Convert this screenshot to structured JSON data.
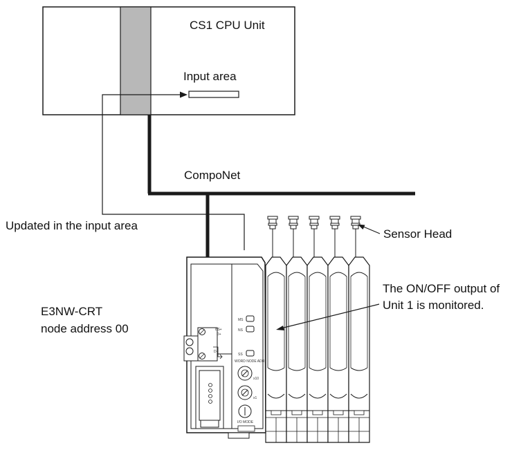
{
  "labels": {
    "cpu_unit": "CS1 CPU Unit",
    "input_area": "Input area",
    "network": "CompoNet",
    "updated": "Updated in the input area",
    "sensor_head": "Sensor Head",
    "monitor_line1": "The ON/OFF output of",
    "monitor_line2": "Unit 1 is monitored.",
    "device_model": "E3NW-CRT",
    "node_address": "node address 00"
  },
  "device_markings": {
    "led_ms": "MS",
    "led_ns": "NS",
    "led_ss": "SS",
    "word_node_adr": "WORD NODE ADR",
    "x10": "x10",
    "x1": "x1",
    "io_mode": "I/O MODE",
    "port_bs_plus": "BS+",
    "port_d_plus": "D+",
    "port_d_minus": "D-"
  },
  "colors": {
    "line": "#1a1a1a",
    "cpu_slot": "#b8b8b8",
    "housing": "#ffffff"
  }
}
